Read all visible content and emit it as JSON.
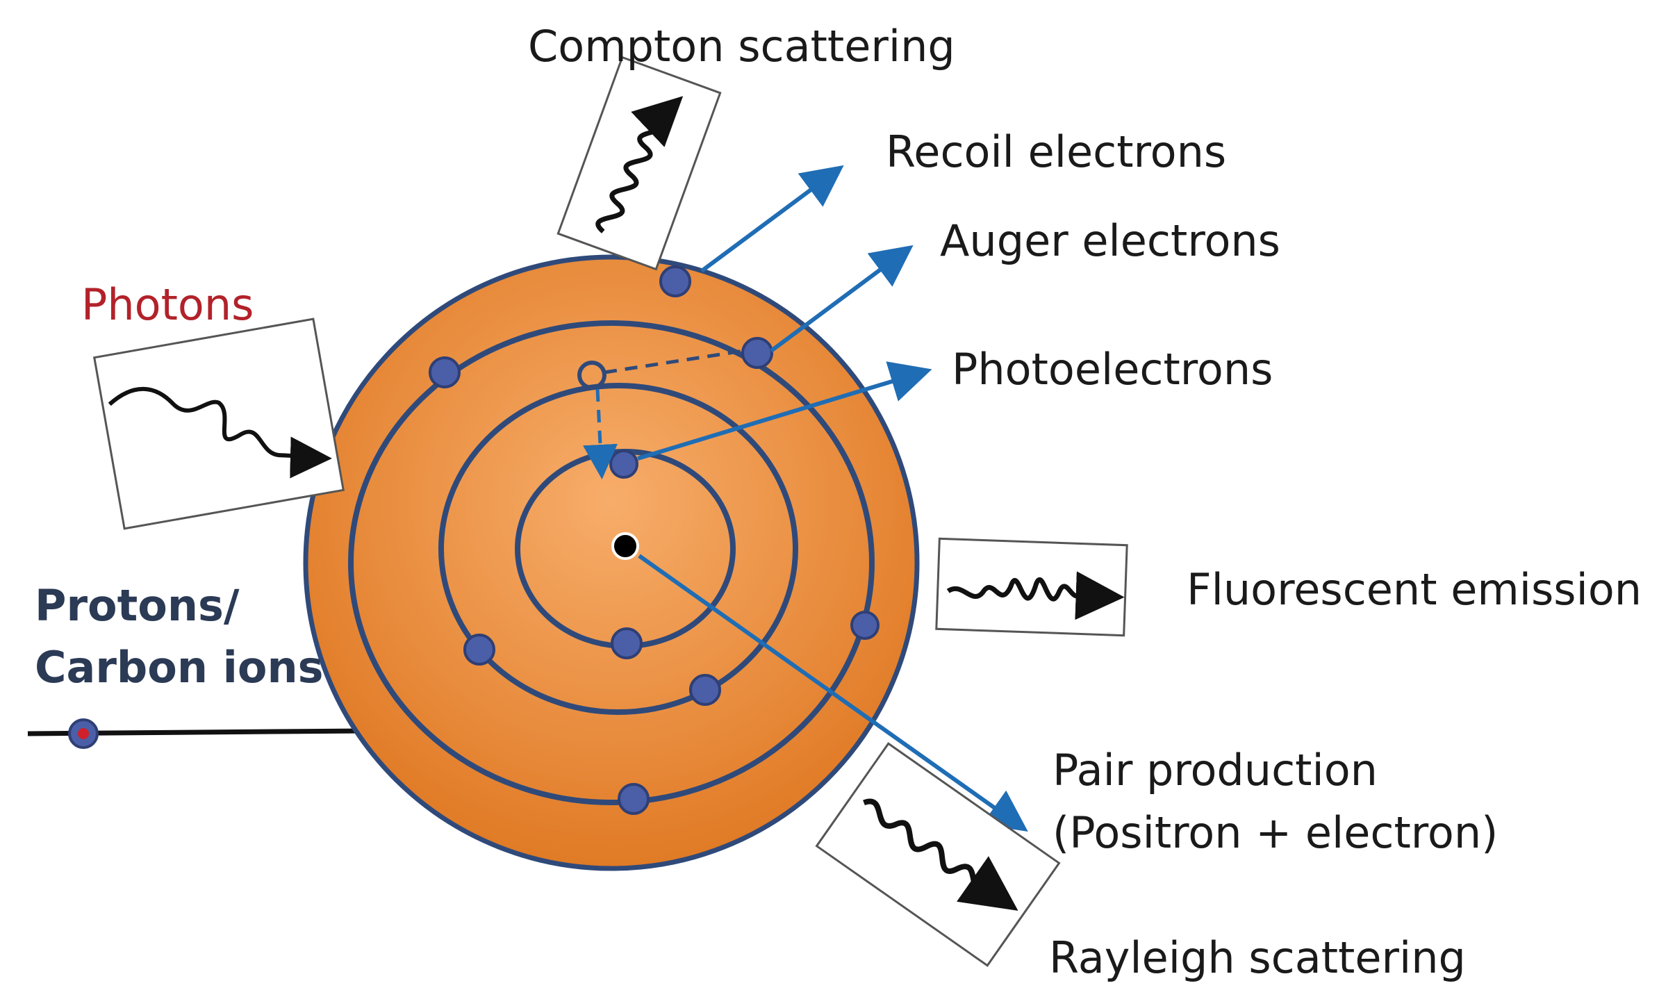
{
  "labels": {
    "compton": "Compton scattering",
    "recoil": "Recoil electrons",
    "auger": "Auger electrons",
    "photoelectrons": "Photoelectrons",
    "photons": "Photons",
    "fluorescent": "Fluorescent emission",
    "protons_line1": "Protons/",
    "protons_line2": "Carbon ions",
    "pair_line1": "Pair production",
    "pair_line2": "(Positron + electron)",
    "rayleigh": "Rayleigh scattering"
  },
  "colors": {
    "sphere_light": "#f5a35d",
    "sphere_dark": "#e07a25",
    "orbit": "#2f4a7a",
    "electron": "#4a5fa8",
    "arrow": "#1f6db5",
    "photons_text": "#b2222a",
    "protons_text": "#2b3a55",
    "proton_dot": "#d0202a"
  }
}
